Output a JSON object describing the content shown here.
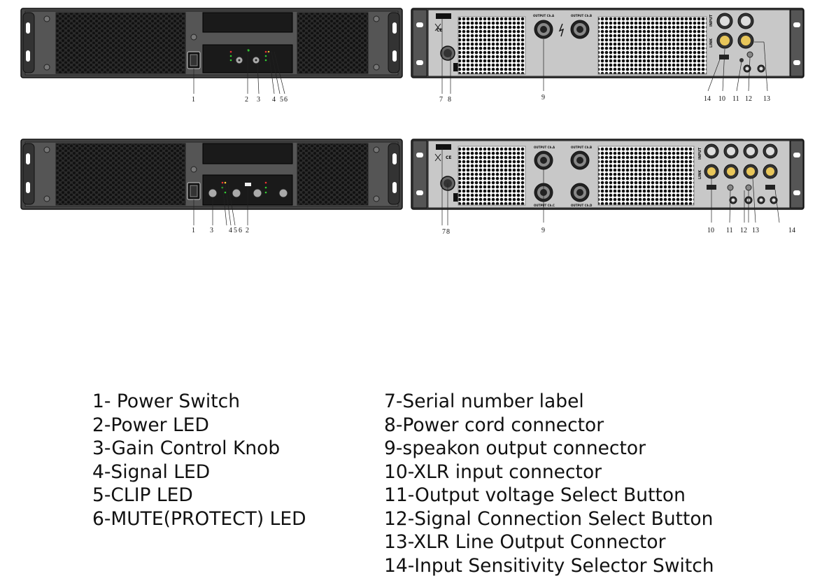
{
  "panels": {
    "ce_mark": "CE",
    "input_label": "INPUT",
    "link_label": "LINK",
    "upper_rear": {
      "outputs": [
        "OUTPUT Ch.A",
        "OUTPUT Ch.B"
      ]
    },
    "lower_rear": {
      "outputs_top": [
        "OUTPUT Ch.A",
        "OUTPUT Ch.B"
      ],
      "outputs_bottom": [
        "OUTPUT Ch.C",
        "OUTPUT Ch.D"
      ]
    }
  },
  "callouts": {
    "upper_front": [
      "1",
      "2",
      "3",
      "4",
      "5",
      "6"
    ],
    "upper_rear": [
      "7",
      "8",
      "9",
      "14",
      "10",
      "11",
      "12",
      "13"
    ],
    "lower_front": [
      "1",
      "3",
      "4",
      "5",
      "6",
      "2"
    ],
    "lower_rear": [
      "7",
      "8",
      "9",
      "10",
      "11",
      "12",
      "13",
      "14"
    ]
  },
  "legend": {
    "left": [
      "1- Power Switch",
      "2-Power LED",
      "3-Gain Control Knob",
      "4-Signal LED",
      "5-CLIP LED",
      "6-MUTE(PROTECT) LED"
    ],
    "right": [
      "7-Serial number label",
      "8-Power cord connector",
      "9-speakon output connector",
      "10-XLR input connector",
      "11-Output voltage Select Button",
      "12-Signal Connection Select Button",
      "13-XLR Line Output Connector",
      "14-Input Sensitivity Selector Switch"
    ]
  }
}
